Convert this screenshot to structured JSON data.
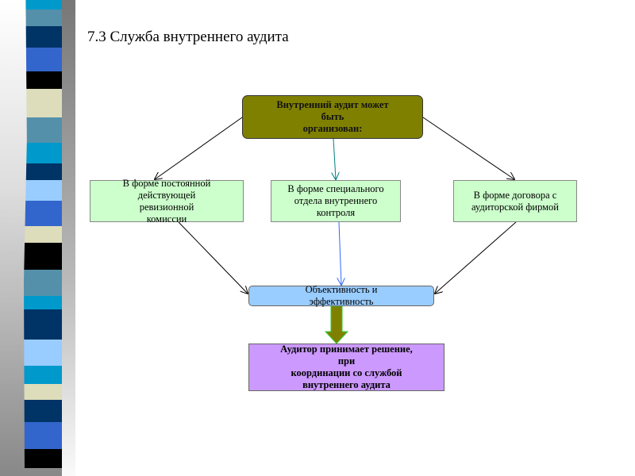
{
  "title": "7.3 Служба внутреннего аудита",
  "nodes": {
    "top": "Внутренний аудит может\nбыть\nорганизован:",
    "left": "В форме постоянной\nдействующей\nревизионной\nкомиссии",
    "middle": "В форме специального\nотдела внутреннего\nконтроля",
    "right": "В форме договора с\nаудиторской фирмой",
    "result": "Объективность и\nэффективность",
    "final": "Аудитор принимает решение,\nпри\nкоординации со службой\nвнутреннего аудита"
  },
  "colors": {
    "top": "#808000",
    "option": "#ccffcc",
    "result": "#99ccff",
    "final": "#cc99ff",
    "arrow_big": "#808000"
  }
}
